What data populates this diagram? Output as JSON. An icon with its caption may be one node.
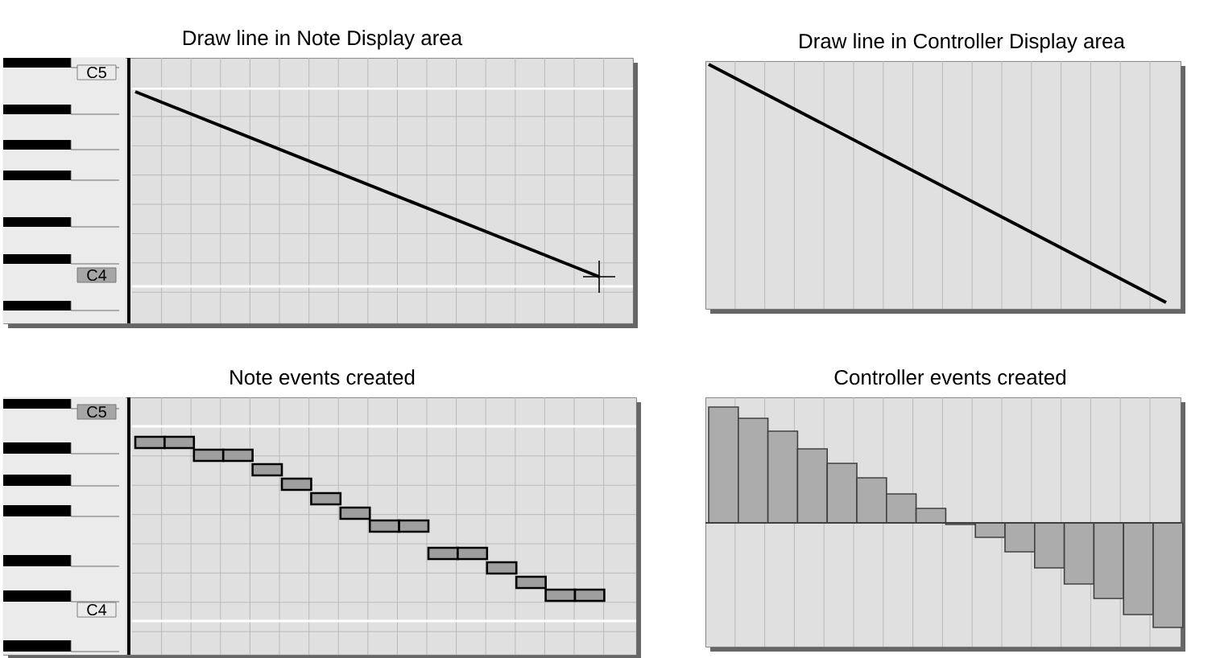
{
  "diagram": {
    "nodes": [
      {
        "text": [
          "Draw line in Note Display area"
        ]
      },
      {
        "text": [
          "Draw line in Controller Display area"
        ]
      },
      {
        "text": [
          "Note events created"
        ]
      },
      {
        "text": [
          "Controller events created"
        ]
      }
    ],
    "labels": [
      "C5",
      "C4",
      "C5",
      "C4"
    ]
  }
}
